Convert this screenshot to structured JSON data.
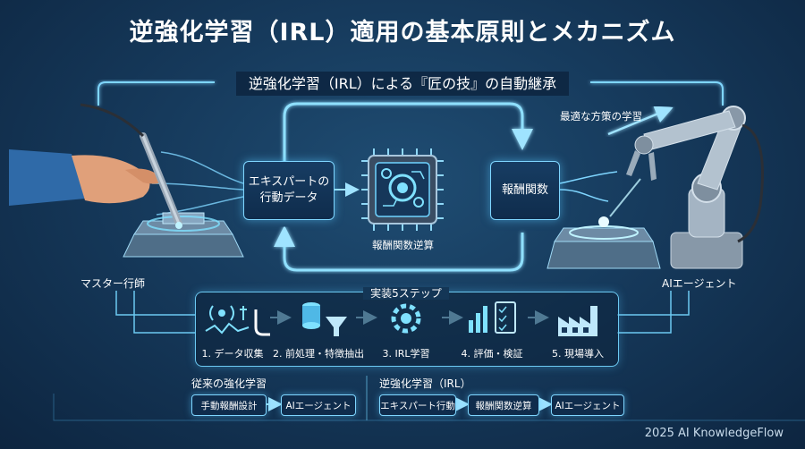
{
  "title": "逆強化学習（IRL）適用の基本原則とメカニズム",
  "subtitle": "逆強化学習（IRL）による『匠の技』の自動継承",
  "main_flow": {
    "expert_data": "エキスパートの\n行動データ",
    "chip_label": "報酬関数逆算",
    "reward": "報酬関数",
    "learning_label": "最適な方策の学習"
  },
  "actors": {
    "master": "マスター行師",
    "agent": "AIエージェント"
  },
  "steps": {
    "title": "実装5ステップ",
    "items": [
      "1. データ収集",
      "2. 前処理・特徴抽出",
      "3. IRL学習",
      "4. 評価・検証",
      "5. 現場導入"
    ]
  },
  "comparison": {
    "traditional": {
      "title": "従来の強化学習",
      "flow": [
        "手動報酬設計",
        "AIエージェント"
      ]
    },
    "irl": {
      "title": "逆強化学習（IRL）",
      "flow": [
        "エキスパート行動",
        "報酬関数逆算",
        "AIエージェント"
      ]
    }
  },
  "footer": "2025 AI KnowledgeFlow",
  "colors": {
    "glow": "#7fd6ff",
    "accent": "#4fc3f7"
  }
}
